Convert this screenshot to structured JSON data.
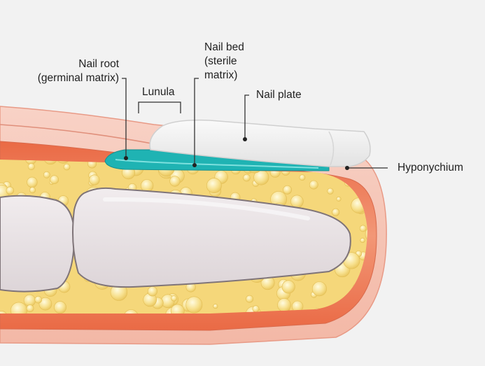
{
  "labels": {
    "nail_root": [
      "Nail root",
      "(germinal matrix)"
    ],
    "nail_bed": [
      "Nail bed",
      "(sterile",
      "matrix)"
    ],
    "lunula": "Lunula",
    "nail_plate": "Nail plate",
    "hyponychium": "Hyponychium"
  },
  "colors": {
    "background": "#f2f2f2",
    "skin_outer": "#f6c6b8",
    "skin_inner": "#f08766",
    "fat": "#f7e08d",
    "bone": "#e6dfe1",
    "nail_plate": "#f4f4f4",
    "nail_bed": "#1fb3b3",
    "leader_line": "#333333"
  }
}
